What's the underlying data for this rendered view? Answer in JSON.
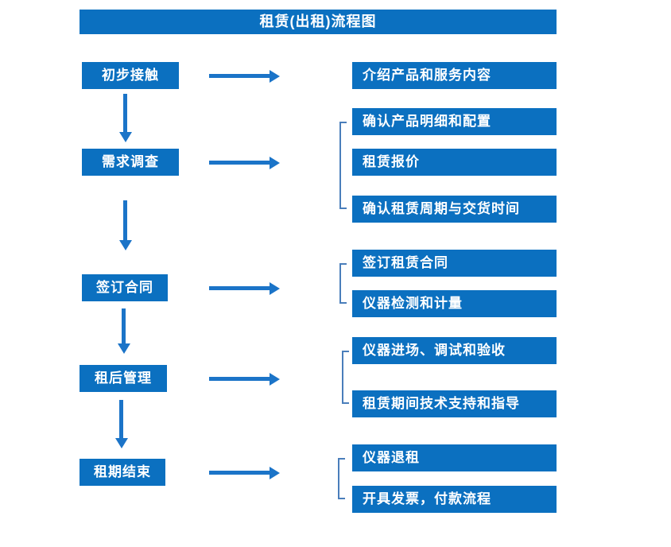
{
  "title": "租赁(出租)流程图",
  "colors": {
    "box_fill": "#0b70c0",
    "arrow": "#1b74c8",
    "bracket": "#4a7ebb",
    "box_text": "#ffffff",
    "background": "#ffffff"
  },
  "stages": [
    {
      "label": "初步接触",
      "outputs": [
        "介绍产品和服务内容"
      ]
    },
    {
      "label": "需求调查",
      "outputs": [
        "确认产品明细和配置",
        "租赁报价",
        "确认租赁周期与交货时间"
      ]
    },
    {
      "label": "签订合同",
      "outputs": [
        "签订租赁合同",
        "仪器检测和计量"
      ]
    },
    {
      "label": "租后管理",
      "outputs": [
        "仪器进场、调试和验收",
        "租赁期间技术支持和指导"
      ]
    },
    {
      "label": "租期结束",
      "outputs": [
        "仪器退租",
        "开具发票，付款流程"
      ]
    }
  ]
}
